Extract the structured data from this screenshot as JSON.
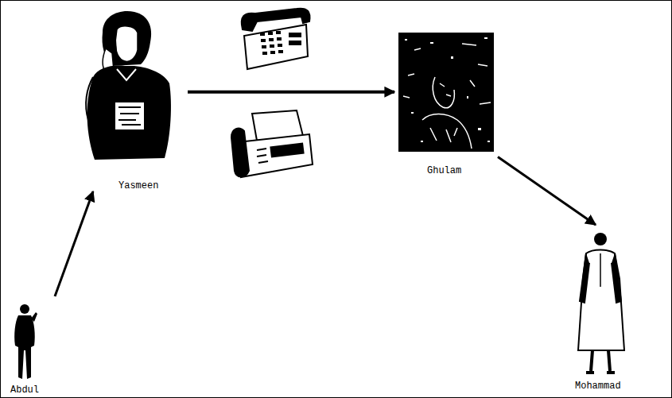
{
  "diagram": {
    "nodes": [
      {
        "text": [
          "Yasmeen"
        ]
      },
      {
        "text": [
          "Ghulam"
        ]
      },
      {
        "text": [
          "Abdul"
        ]
      },
      {
        "text": [
          "Mohammad"
        ]
      }
    ],
    "edges": [
      {
        "from": 2,
        "to": 0,
        "arrow": "to"
      },
      {
        "from": 0,
        "to": 1,
        "arrow": "to"
      },
      {
        "from": 1,
        "to": 3,
        "arrow": "to"
      }
    ]
  }
}
